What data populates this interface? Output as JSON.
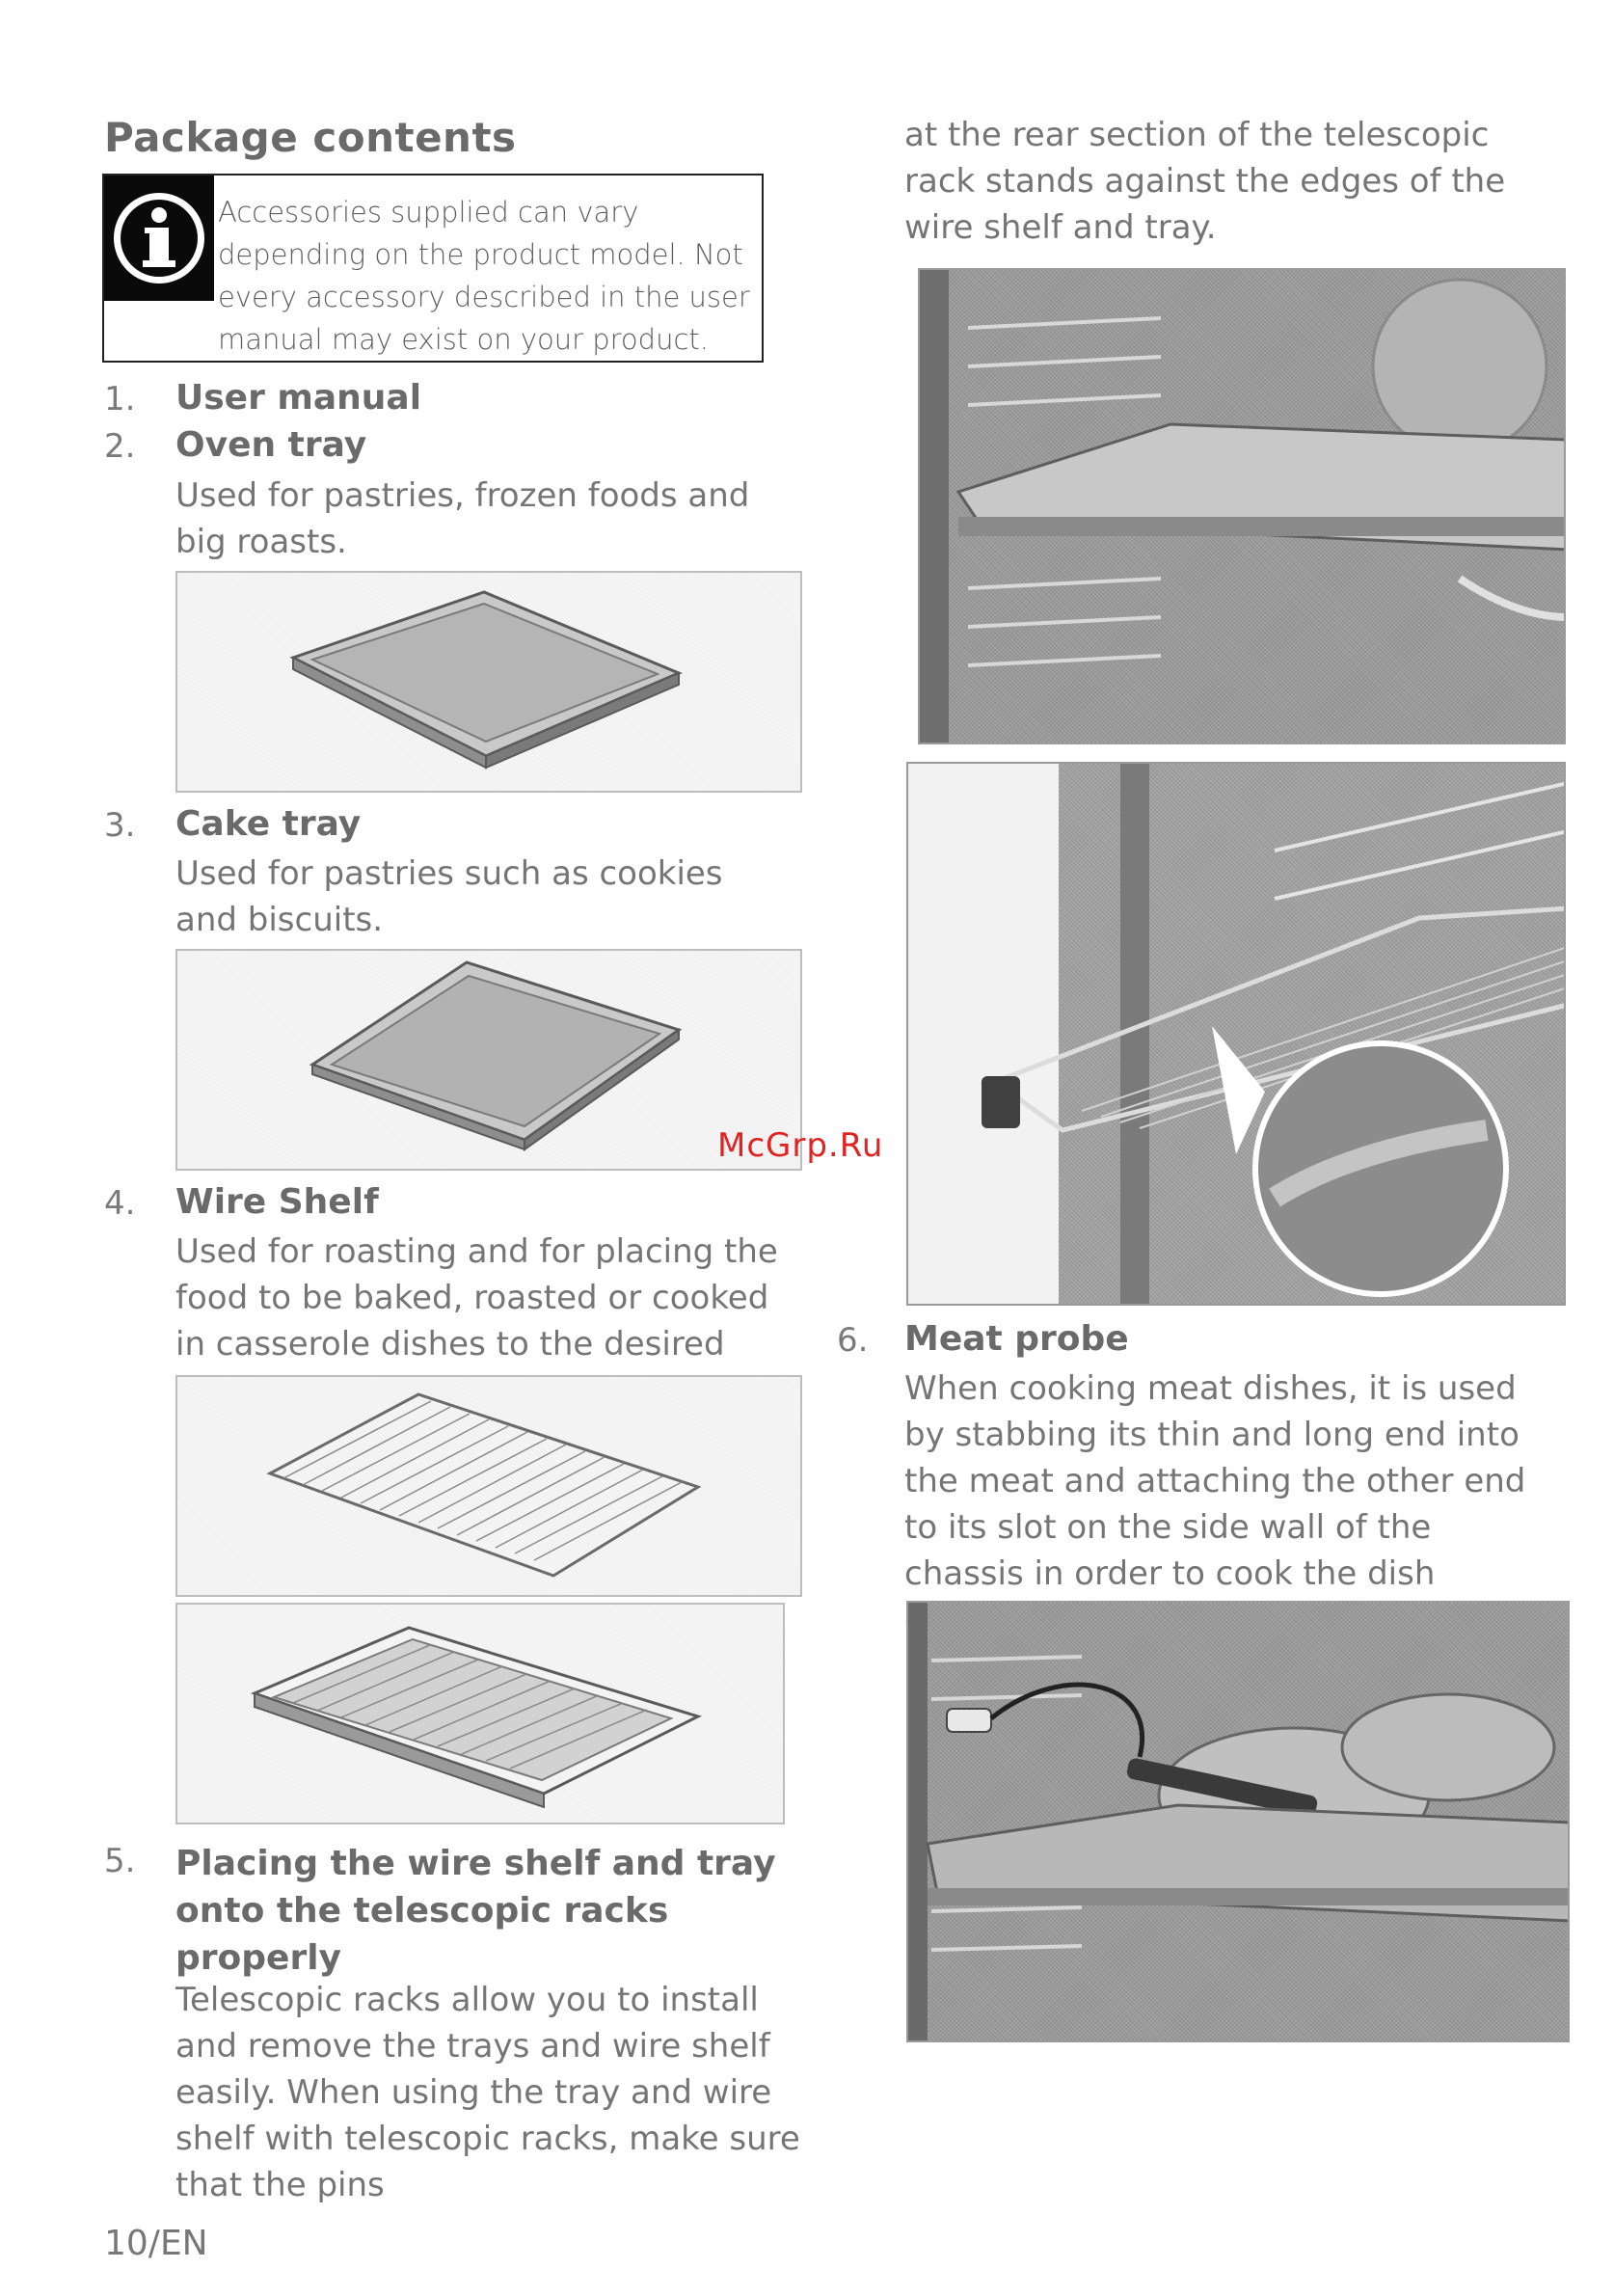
{
  "page": {
    "section_title": "Package contents",
    "info_note": "Accessories supplied can vary depending on the product model. Not every accessory described in the user manual may exist on your product.",
    "footer": "10/EN",
    "watermark": "McGrp.Ru"
  },
  "items": [
    {
      "num": "1.",
      "title": "User manual",
      "text": ""
    },
    {
      "num": "2.",
      "title": "Oven tray",
      "text": "Used for pastries, frozen foods and big roasts."
    },
    {
      "num": "3.",
      "title": "Cake tray",
      "text": "Used for pastries such as cookies and biscuits."
    },
    {
      "num": "4.",
      "title": "Wire Shelf",
      "text": "Used for roasting and for placing the food to be baked, roasted or cooked in casserole dishes to the desired rack."
    },
    {
      "num": "5.",
      "title": "Placing the wire shelf and tray onto the telescopic racks properly",
      "text": "Telescopic racks allow you to install and remove the trays and wire shelf easily. When using the tray and wire shelf with telescopic racks, make sure that the pins"
    },
    {
      "num": "6.",
      "title": "Meat probe",
      "text": "When cooking meat dishes, it is used by stabbing its thin and long end into the meat and attaching the other end to its slot on the side wall of the chassis in order to cook the dish delicately."
    }
  ],
  "continuation_text": "at the rear section of the telescopic rack stands against the edges of the wire shelf and tray.",
  "icons": {
    "info": "info-icon"
  }
}
